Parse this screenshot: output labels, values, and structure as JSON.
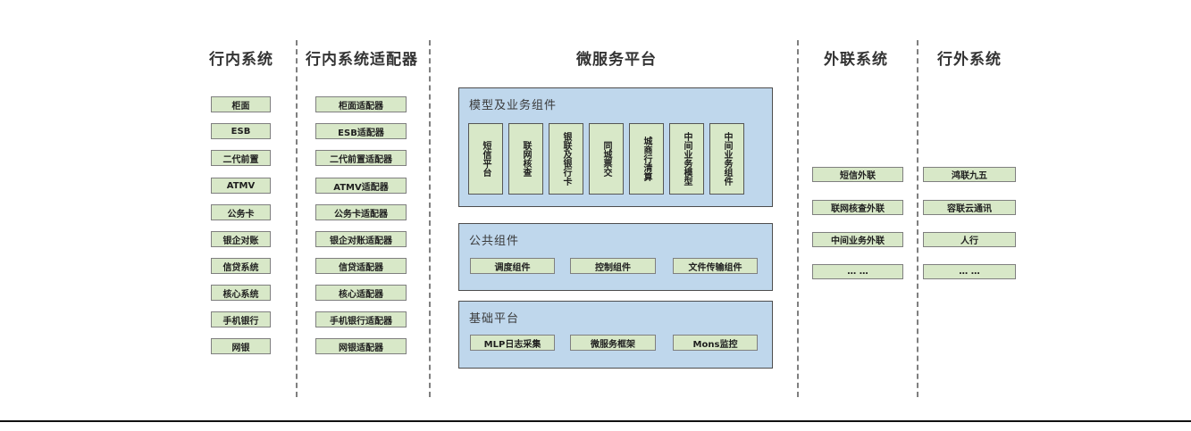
{
  "headers": {
    "internal": "行内系统",
    "adapter": "行内系统适配器",
    "platform": "微服务平台",
    "external": "外联系统",
    "outside": "行外系统"
  },
  "internal_systems": [
    "柜面",
    "ESB",
    "二代前置",
    "ATMV",
    "公务卡",
    "银企对账",
    "信贷系统",
    "核心系统",
    "手机银行",
    "网银"
  ],
  "adapter_systems": [
    "柜面适配器",
    "ESB适配器",
    "二代前置适配器",
    "ATMV适配器",
    "公务卡适配器",
    "银企对账适配器",
    "信贷适配器",
    "核心适配器",
    "手机银行适配器",
    "网银适配器"
  ],
  "platform_sections": {
    "model": {
      "title": "模型及业务组件",
      "items": [
        "短信平台",
        "联网核查",
        "银联及银行卡",
        "同城票交",
        "城商行清算",
        "中间业务模型",
        "中间业务组件"
      ]
    },
    "common": {
      "title": "公共组件",
      "items": [
        "调度组件",
        "控制组件",
        "文件传输组件"
      ]
    },
    "base": {
      "title": "基础平台",
      "items": [
        "MLP日志采集",
        "微服务框架",
        "Mons监控"
      ]
    }
  },
  "external_systems": [
    "短信外联",
    "联网核查外联",
    "中间业务外联",
    "… …"
  ],
  "outside_systems": [
    "鸿联九五",
    "容联云通讯",
    "人行",
    "… …"
  ],
  "colors": {
    "box_green_fill": "#d8e8c8",
    "box_green_border": "#7f7f7f",
    "panel_blue_fill": "#bfd7ec",
    "panel_blue_border": "#4d4d4d",
    "divider_gray": "#7f7f7f",
    "bottom_line_black": "#111111",
    "header_text": "#333333"
  }
}
